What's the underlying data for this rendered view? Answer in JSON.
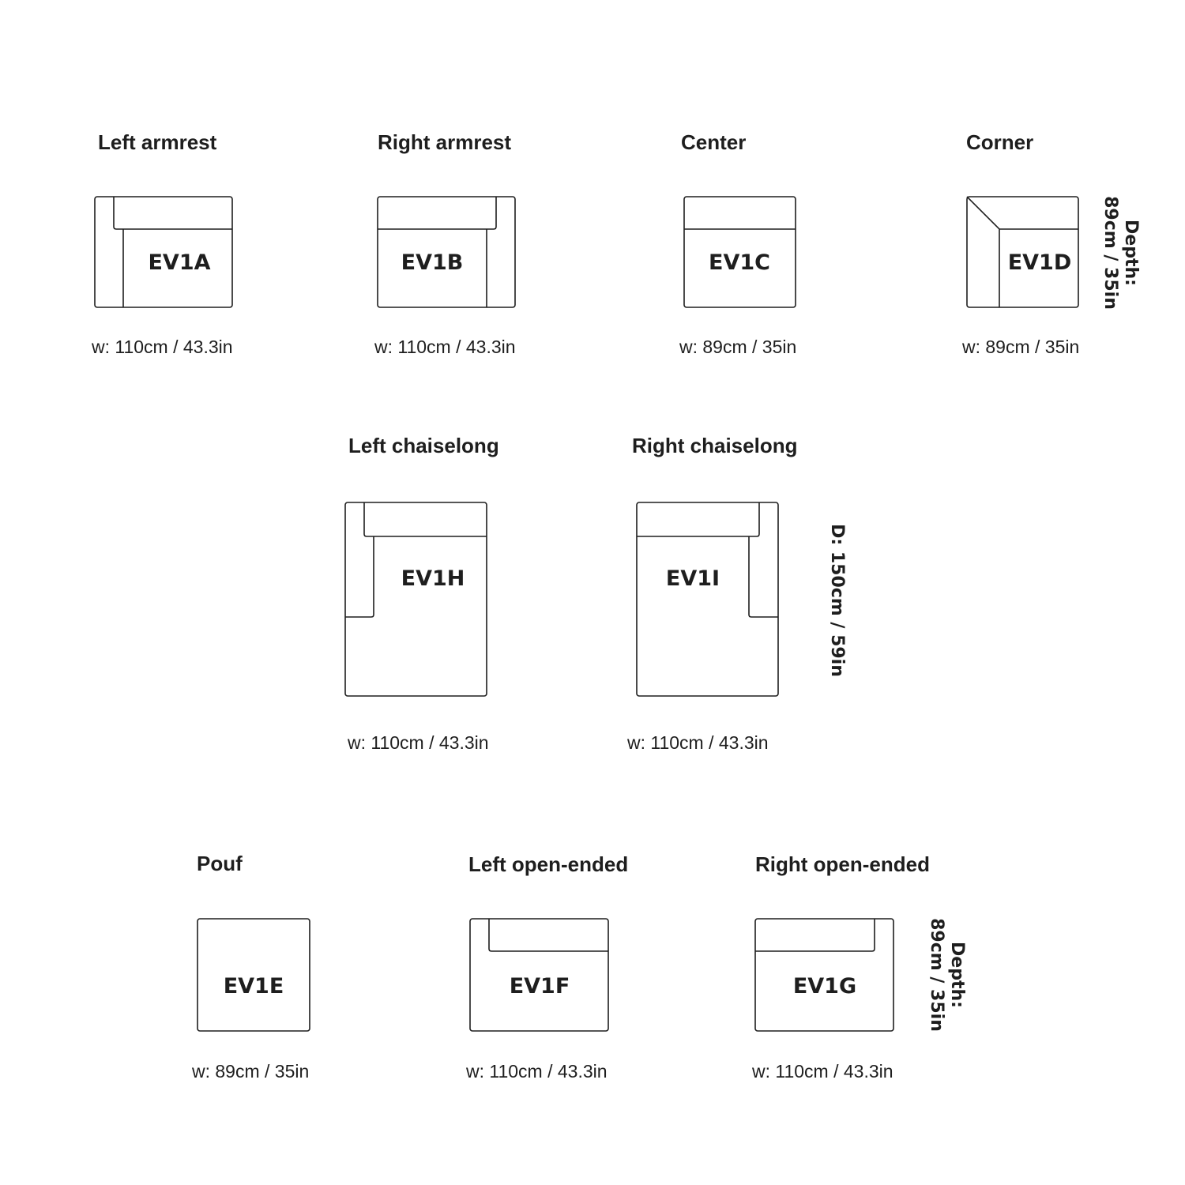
{
  "modules": [
    {
      "title": "Left armrest",
      "code": "EV1A",
      "width": "w: 110cm / 43.3in"
    },
    {
      "title": "Right armrest",
      "code": "EV1B",
      "width": "w: 110cm / 43.3in"
    },
    {
      "title": "Center",
      "code": "EV1C",
      "width": "w: 89cm / 35in"
    },
    {
      "title": "Corner",
      "code": "EV1D",
      "width": "w: 89cm / 35in"
    },
    {
      "title": "Left chaiselong",
      "code": "EV1H",
      "width": "w: 110cm / 43.3in"
    },
    {
      "title": "Right chaiselong",
      "code": "EV1I",
      "width": "w: 110cm / 43.3in"
    },
    {
      "title": "Pouf",
      "code": "EV1E",
      "width": "w: 89cm / 35in"
    },
    {
      "title": "Left open-ended",
      "code": "EV1F",
      "width": "w: 110cm / 43.3in"
    },
    {
      "title": "Right open-ended",
      "code": "EV1G",
      "width": "w: 110cm / 43.3in"
    }
  ],
  "depth_labels": {
    "row1": {
      "label": "Depth:",
      "value": "89cm / 35in"
    },
    "row2": {
      "value": "D: 150cm / 59in"
    },
    "row3": {
      "label": "Depth:",
      "value": "89cm / 35in"
    }
  }
}
